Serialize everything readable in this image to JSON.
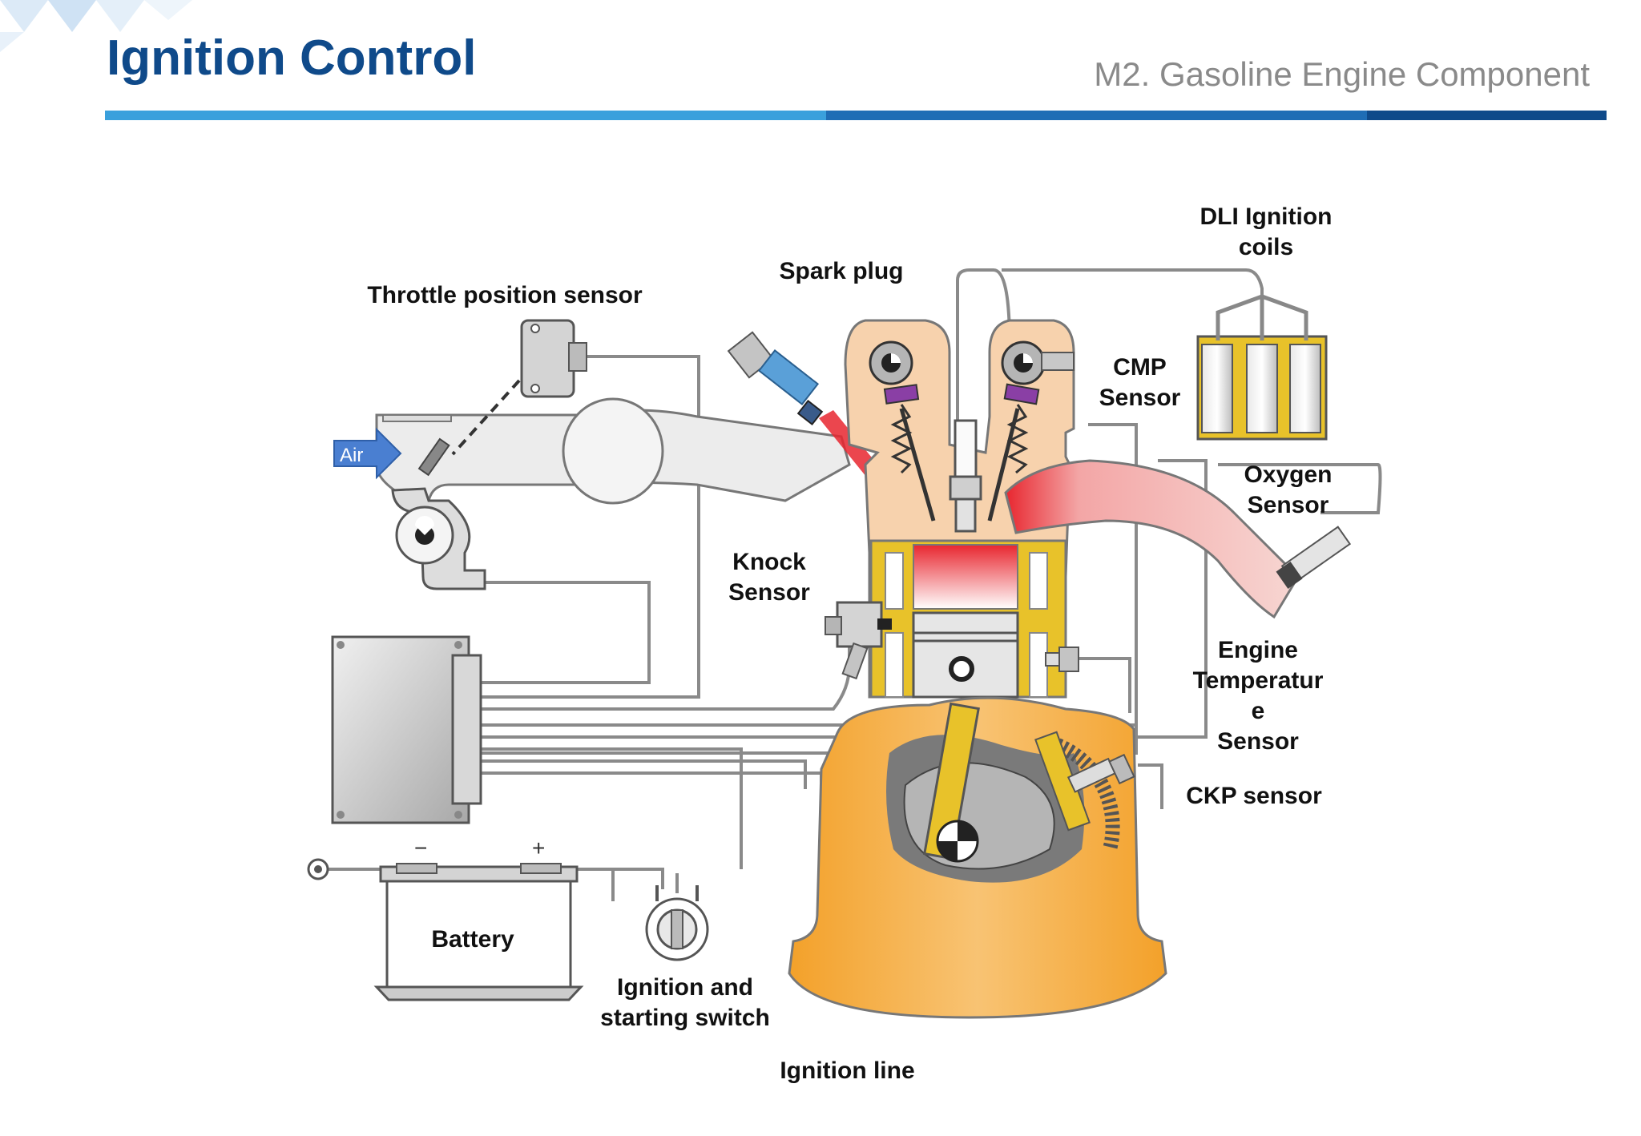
{
  "header": {
    "title": "Ignition Control",
    "subtitle": "M2. Gasoline Engine Component",
    "rule_colors": [
      "#3aa0dc",
      "#1f6db5",
      "#0f4a8a"
    ]
  },
  "diagram": {
    "air_arrow_text": "Air",
    "battery_minus": "−",
    "battery_plus": "+",
    "labels": {
      "throttle_position_sensor": "Throttle position sensor",
      "spark_plug": "Spark plug",
      "dli_ignition_coils": "DLI Ignition\ncoils",
      "cmp_sensor": "CMP\nSensor",
      "oxygen_sensor": "Oxygen\nSensor",
      "knock_sensor": "Knock\nSensor",
      "engine_temperature_sensor": "Engine\nTemperatur\ne\nSensor",
      "ckp_sensor": "CKP sensor",
      "battery": "Battery",
      "ignition_switch": "Ignition and\nstarting switch",
      "ignition_line": "Ignition line"
    },
    "colors": {
      "engine_orange": "#f2a93b",
      "engine_yellow": "#e8c22a",
      "intake_gray": "#e8e8e8",
      "exhaust_pink": "#f5c8c4",
      "combustion_red": "#e8262f",
      "ecu_gray": "#bdbdbd",
      "wire": "#8a8a8a",
      "air_arrow": "#4a7fd1"
    }
  }
}
